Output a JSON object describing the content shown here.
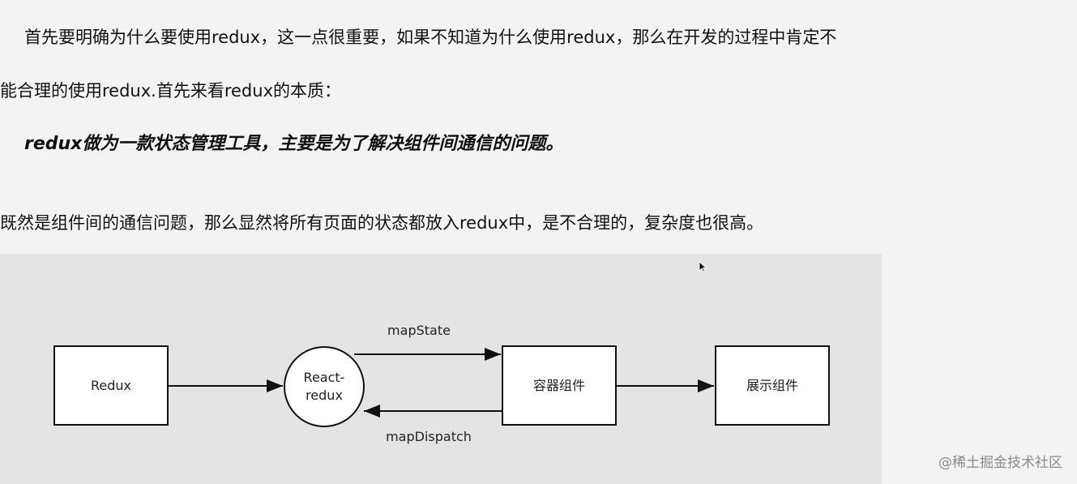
{
  "paragraphs": {
    "p1": "首先要明确为什么要使用redux，这一点很重要，如果不知道为什么使用redux，那么在开发的过程中肯定不",
    "p2": "能合理的使用redux.首先来看redux的本质：",
    "p3": "redux做为一款状态管理工具，主要是为了解决组件间通信的问题。",
    "p4": "既然是组件间的通信问题，那么显然将所有页面的状态都放入redux中，是不合理的，复杂度也很高。"
  },
  "diagram": {
    "nodes": {
      "redux": "Redux",
      "react_redux_line1": "React-",
      "react_redux_line2": "redux",
      "container": "容器组件",
      "display": "展示组件"
    },
    "edges": {
      "map_state": "mapState",
      "map_dispatch": "mapDispatch"
    }
  },
  "watermark": "@稀土掘金技术社区",
  "icons": {
    "cursor": "mouse-pointer-icon"
  }
}
